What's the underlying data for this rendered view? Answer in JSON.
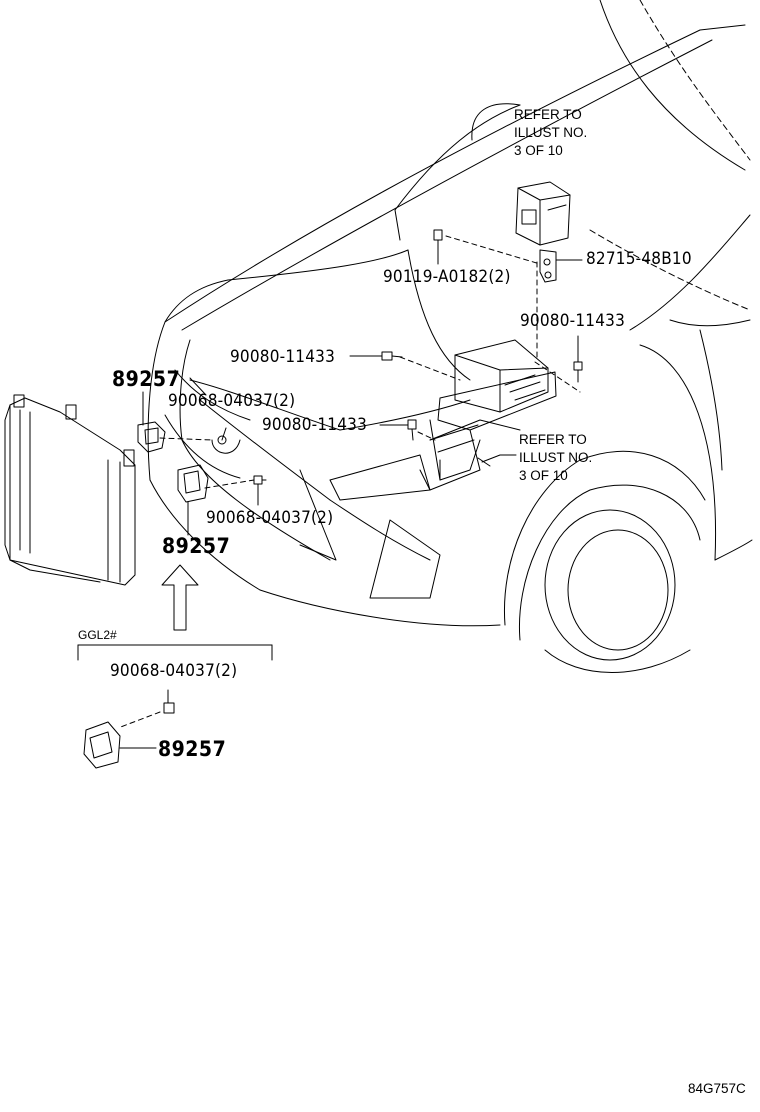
{
  "labels": {
    "refer_note_top": [
      "REFER TO",
      "ILLUST NO.",
      "3 OF 10"
    ],
    "refer_note_mid": [
      "REFER TO",
      "ILLUST NO.",
      "3 OF 10"
    ],
    "part_82715": "82715-48B10",
    "part_90119": "90119-A0182(2)",
    "part_90080_right": "90080-11433",
    "part_90080_upper": "90080-11433",
    "part_90080_lower": "90080-11433",
    "part_89257_upper": "89257",
    "part_90068_upper": "90068-04037(2)",
    "part_90068_lower": "90068-04037(2)",
    "part_89257_lower": "89257",
    "variant_tag": "GGL2#",
    "part_90068_variant": "90068-04037(2)",
    "part_89257_variant": "89257",
    "figure_code": "84G757C"
  }
}
